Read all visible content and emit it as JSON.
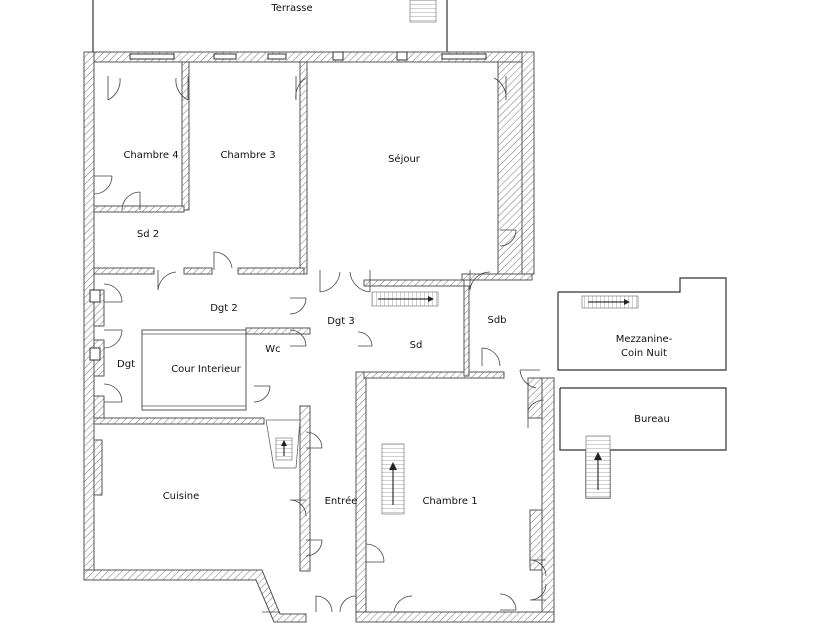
{
  "rooms": {
    "terrasse": "Terrasse",
    "chambre4": "Chambre 4",
    "chambre3": "Chambre 3",
    "sejour": "Séjour",
    "sd2": "Sd 2",
    "dgt2": "Dgt 2",
    "dgt3": "Dgt 3",
    "sdb": "Sdb",
    "wc": "Wc",
    "sd": "Sd",
    "dgt": "Dgt",
    "cour": "Cour Interieur",
    "cuisine": "Cuisine",
    "entree": "Entrée",
    "chambre1": "Chambre 1",
    "mezzanine_line1": "Mezzanine-",
    "mezzanine_line2": "Coin Nuit",
    "bureau": "Bureau"
  }
}
